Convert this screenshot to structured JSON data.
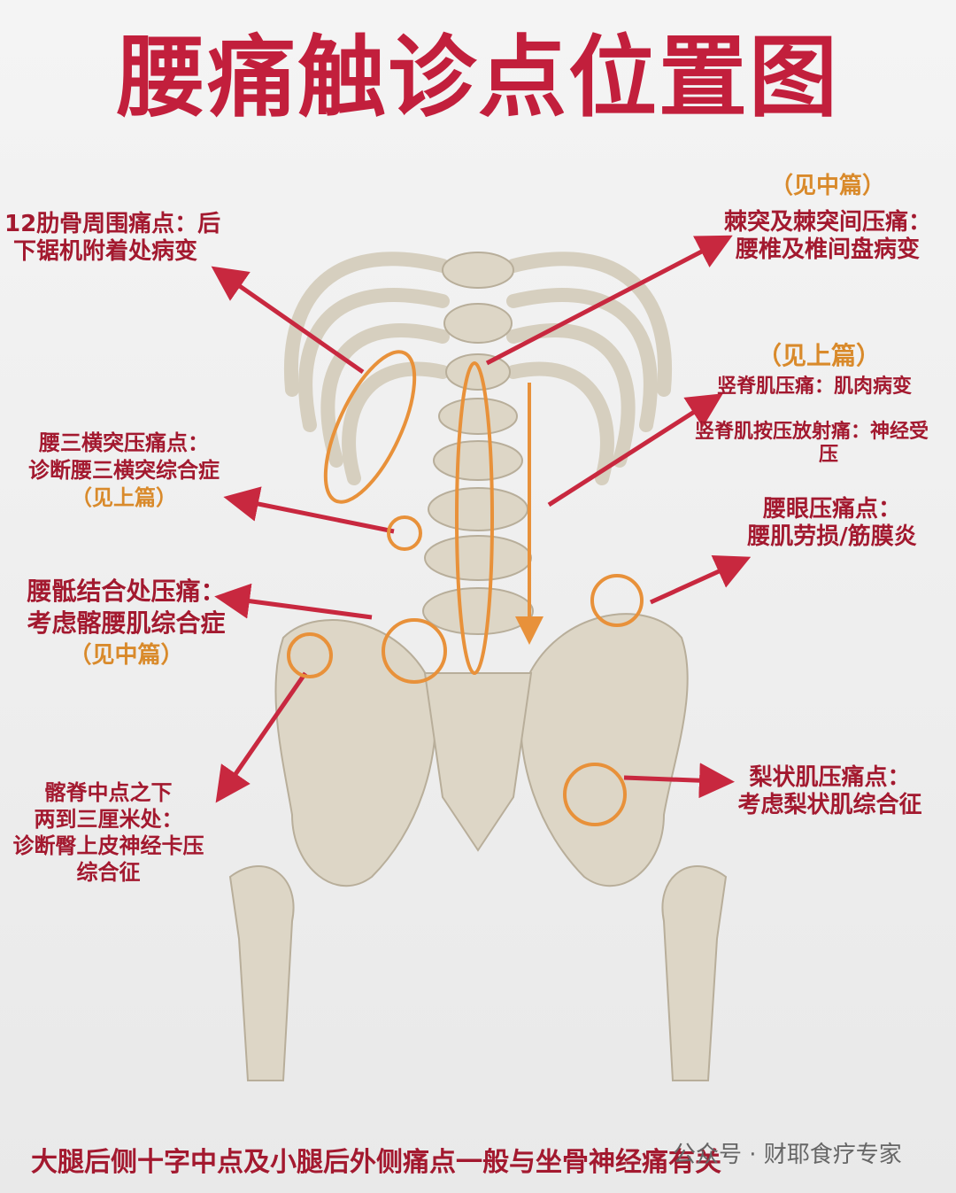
{
  "title": "腰痛触诊点位置图",
  "labels": {
    "rib": {
      "line1": "12肋骨周围痛点：后",
      "line2": "下锯机附着处病变"
    },
    "spinous": {
      "note": "（见中篇）",
      "line1": "棘突及棘突间压痛：",
      "line2": "腰椎及椎间盘病变"
    },
    "erector": {
      "note": "（见上篇）",
      "line1": "竖脊肌压痛：肌肉病变",
      "line2": "竖脊肌按压放射痛：神经受",
      "line3": "压"
    },
    "l3": {
      "line1": "腰三横突压痛点：",
      "line2": "诊断腰三横突综合症",
      "note": "（见上篇）"
    },
    "waisteye": {
      "line1": "腰眼压痛点：",
      "line2": "腰肌劳损/筋膜炎"
    },
    "lumbosacral": {
      "line1": "腰骶结合处压痛：",
      "line2": "考虑髂腰肌综合症",
      "note": "（见中篇）"
    },
    "iliac": {
      "line1": "髂脊中点之下",
      "line2": "两到三厘米处：",
      "line3": "诊断臀上皮神经卡压",
      "line4": "综合征"
    },
    "piriformis": {
      "line1": "梨状肌压痛点：",
      "line2": "考虑梨状肌综合征"
    }
  },
  "footer": "大腿后侧十字中点及小腿后外侧痛点一般与坐骨神经痛有关",
  "watermark": "公众号 · 财耶食疗专家",
  "colors": {
    "title": "#c21f3c",
    "label": "#a3192f",
    "arrow": "#c8283f",
    "marker": "#e8913a",
    "bone": "#ddd6c6"
  }
}
